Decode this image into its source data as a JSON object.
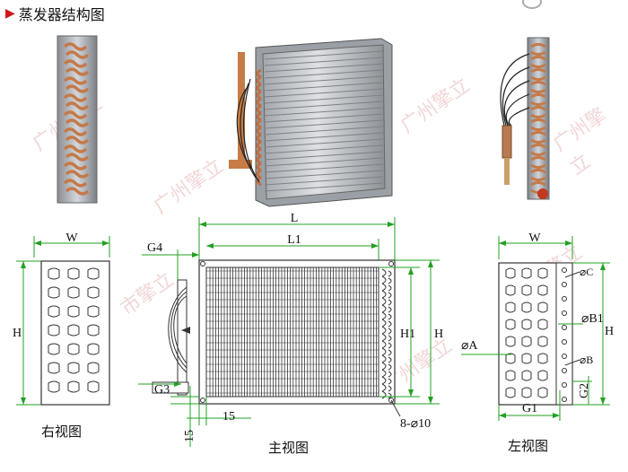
{
  "header": {
    "title": "蒸发器结构图"
  },
  "captions": {
    "right_view": "右视图",
    "main_view": "主视图",
    "left_view": "左视图"
  },
  "watermarks": [
    "广州擎立",
    "广州擎立",
    "广州擎立",
    "广州擎立",
    "广州擎立",
    "市擎立",
    "市擎立"
  ],
  "dimensions": {
    "right_w": "W",
    "right_h": "H",
    "main_L": "L",
    "main_L1": "L1",
    "main_G4": "G4",
    "main_G3": "G3",
    "main_15a": "15",
    "main_15b": "15",
    "main_H1": "H1",
    "main_H": "H",
    "main_holes": "8-⌀10",
    "left_w": "W",
    "left_h": "H",
    "left_C": "⌀C",
    "left_B1": "⌀B1",
    "left_A": "⌀A",
    "left_B": "⌀B",
    "left_G1": "G1",
    "left_G2": "G2"
  },
  "colors": {
    "dimension_line": "#22a022",
    "frame": "#555555",
    "fin": "#b9bcc0",
    "copper": "#c07040",
    "accent": "#d01818"
  }
}
